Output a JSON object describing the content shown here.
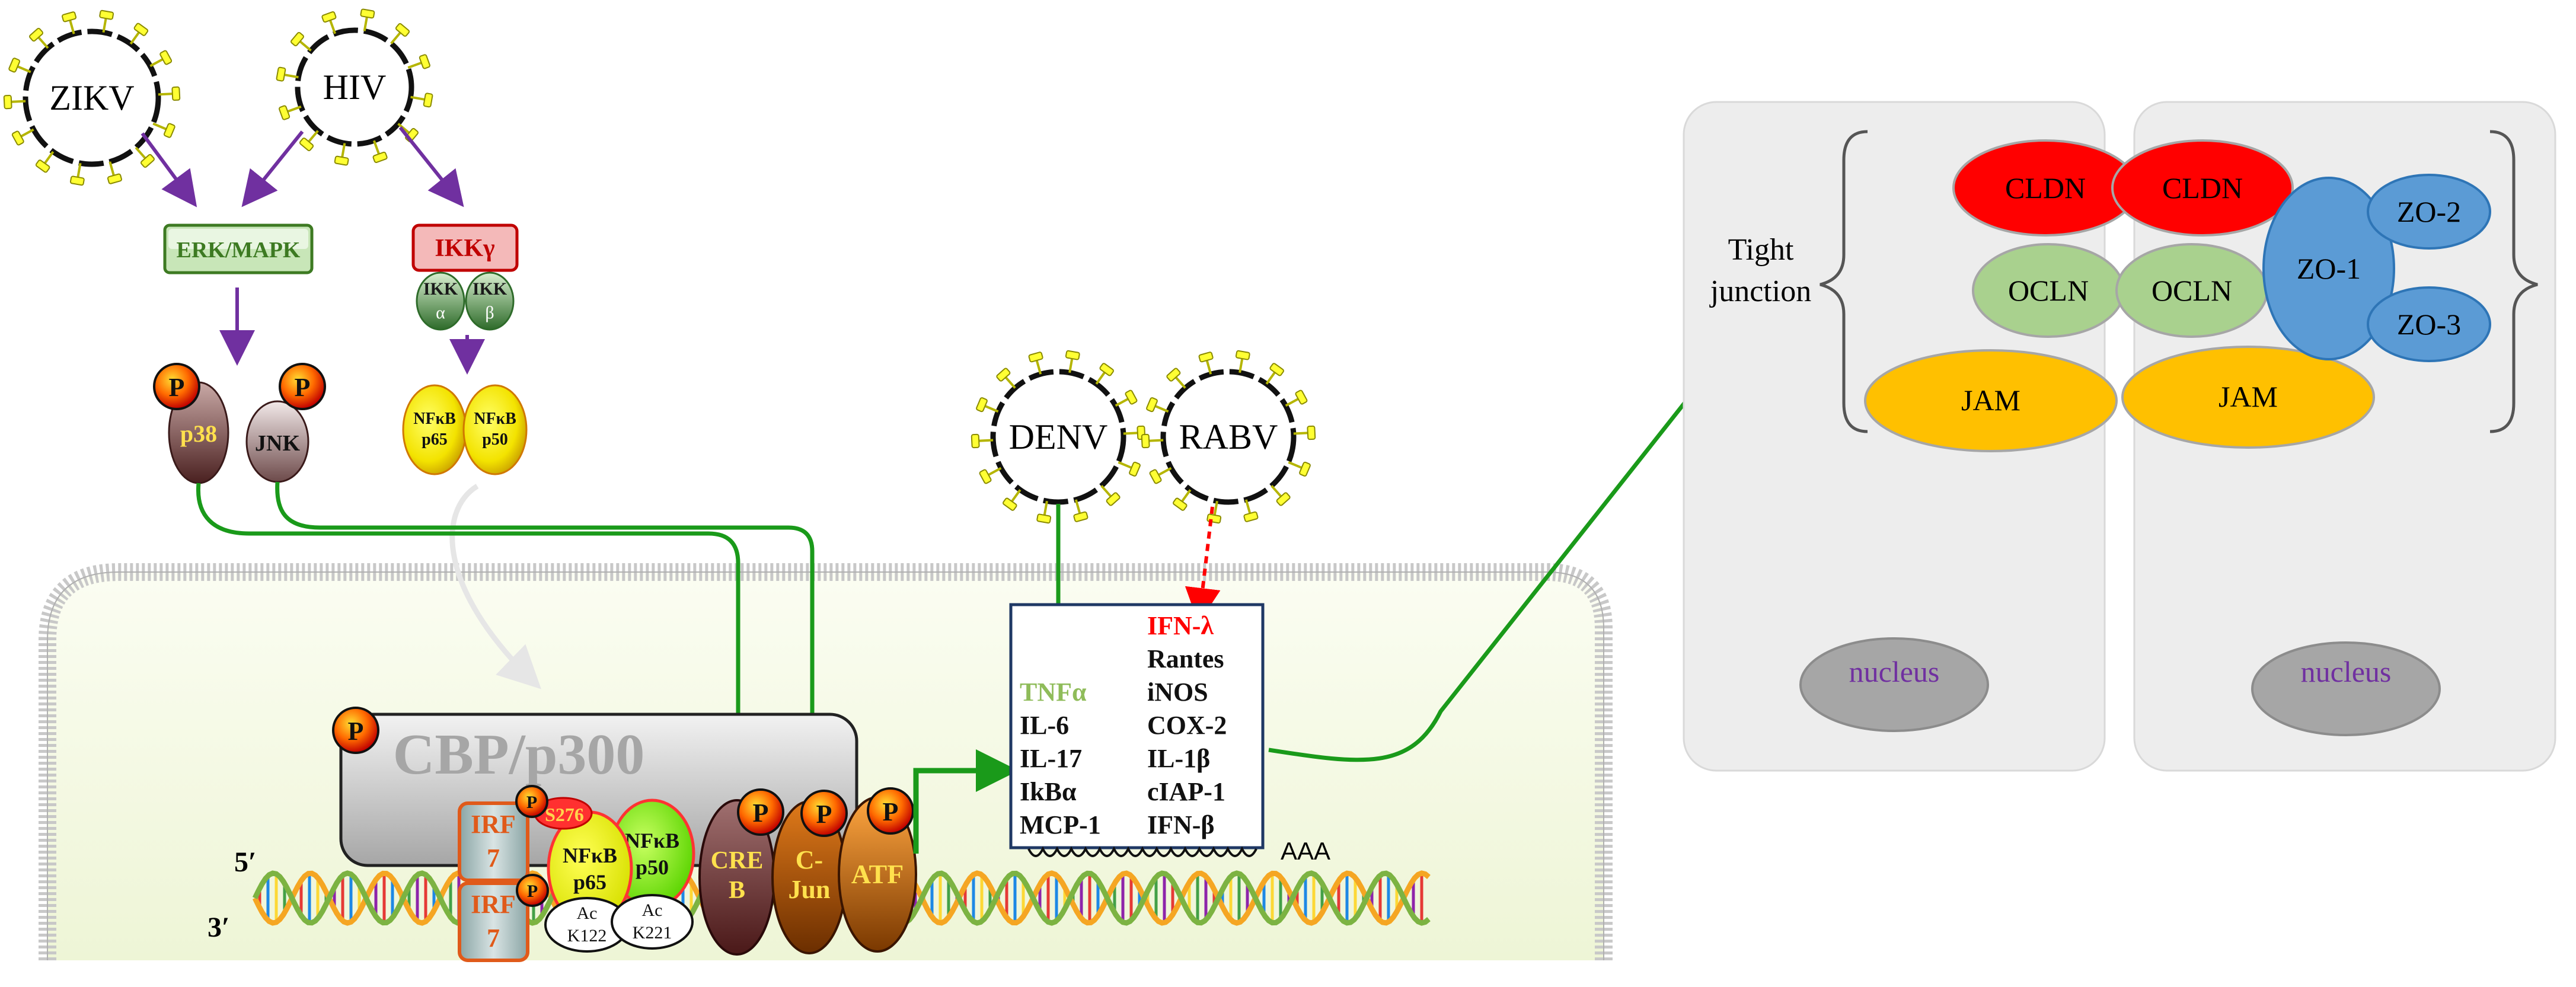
{
  "viruses": {
    "zikv": "ZIKV",
    "hiv": "HIV",
    "denv": "DENV",
    "rabv": "RABV"
  },
  "kinases": {
    "erk_mapk": "ERK/MAPK",
    "ikk_gamma": "IKKγ",
    "ikk_alpha": [
      "IKK",
      "α"
    ],
    "ikk_beta": [
      "IKK",
      "β"
    ],
    "p38": "p38",
    "jnk": "JNK",
    "phospho": "P"
  },
  "nfkb": {
    "p65": [
      "NFκB",
      "p65"
    ],
    "p50": [
      "NFκB",
      "p50"
    ]
  },
  "nucleus_complex": {
    "cbp": "CBP/p300",
    "irf7": [
      "IRF",
      "7"
    ],
    "s276": "S276",
    "ac_k122": [
      "Ac",
      "K122"
    ],
    "ac_k221": [
      "Ac",
      "K221"
    ],
    "creb": [
      "CRE",
      "B"
    ],
    "cjun": [
      "C-",
      "Jun"
    ],
    "atf": "ATF",
    "five_prime": "5′",
    "three_prime": "3′",
    "poly_a": "AAA"
  },
  "cytokines": {
    "left": [
      "TNFα",
      "IL-6",
      "IL-17",
      "IkBα",
      "MCP-1"
    ],
    "right": [
      "IFN-λ",
      "Rantes",
      "iNOS",
      "COX-2",
      "IL-1β",
      "cIAP-1",
      "IFN-β"
    ]
  },
  "tight_junction": {
    "label": [
      "Tight",
      "junction"
    ],
    "cldn": "CLDN",
    "ocln": "OCLN",
    "jam": "JAM",
    "zo1": "ZO-1",
    "zo2": "ZO-2",
    "zo3": "ZO-3",
    "nucleus": "nucleus"
  },
  "colors": {
    "purple_arrow": "#7030a0",
    "green_arrow": "#1a9a1a",
    "red_dashed": "#ff0000",
    "tnf_text": "#8fbc5a",
    "ifn_lambda_text": "#ff0000",
    "erk_text": "#3d7a22",
    "ikk_text": "#c00000",
    "nucleus_text": "#7030a0",
    "cldn_fill": "#ff0000",
    "ocln_fill": "#a9d18e",
    "jam_fill": "#ffc000",
    "zo_fill": "#5b9bd5"
  }
}
